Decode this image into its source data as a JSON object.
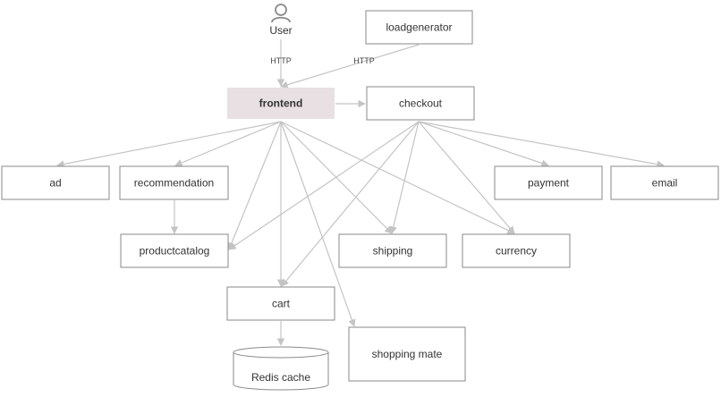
{
  "colors": {
    "frontend_fill": "#e8e0e3",
    "box_stroke": "#8a8a8a",
    "edge": "#c4c4c4",
    "user_icon": "#8a8a8a"
  },
  "user": {
    "label": "User",
    "icon": "person-icon"
  },
  "nodes": {
    "loadgenerator": "loadgenerator",
    "frontend": "frontend",
    "checkout": "checkout",
    "ad": "ad",
    "recommendation": "recommendation",
    "payment": "payment",
    "email": "email",
    "productcatalog": "productcatalog",
    "shipping": "shipping",
    "currency": "currency",
    "cart": "cart",
    "shopping_mate": "shopping mate",
    "redis_cache": "Redis cache"
  },
  "edge_labels": {
    "user_to_frontend": "HTTP",
    "loadgenerator_to_frontend": "HTTP"
  },
  "edges": [
    [
      "user",
      "frontend"
    ],
    [
      "loadgenerator",
      "frontend"
    ],
    [
      "frontend",
      "checkout"
    ],
    [
      "frontend",
      "ad"
    ],
    [
      "frontend",
      "recommendation"
    ],
    [
      "frontend",
      "productcatalog"
    ],
    [
      "frontend",
      "cart"
    ],
    [
      "frontend",
      "shipping"
    ],
    [
      "frontend",
      "currency"
    ],
    [
      "frontend",
      "shopping_mate"
    ],
    [
      "recommendation",
      "productcatalog"
    ],
    [
      "checkout",
      "productcatalog"
    ],
    [
      "checkout",
      "cart"
    ],
    [
      "checkout",
      "shipping"
    ],
    [
      "checkout",
      "currency"
    ],
    [
      "checkout",
      "payment"
    ],
    [
      "checkout",
      "email"
    ],
    [
      "cart",
      "redis_cache"
    ]
  ]
}
